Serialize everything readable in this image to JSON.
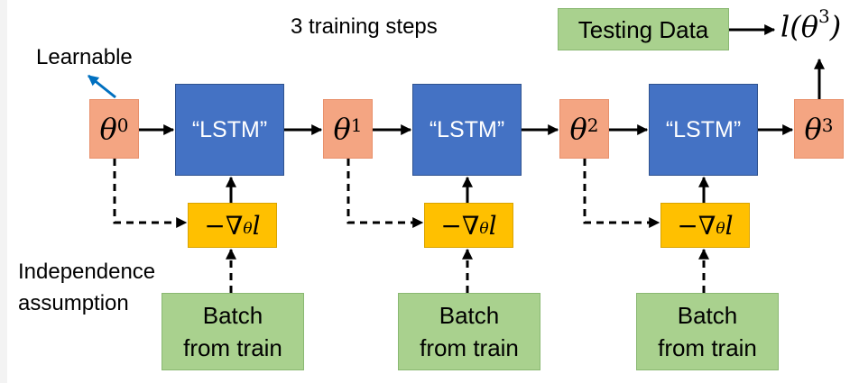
{
  "title": "3 training steps",
  "learnable_label": "Learnable",
  "independence_label": "Independence\nassumption",
  "testing_data": "Testing Data",
  "loss": {
    "symbol": "l(θ",
    "exponent": "3",
    "close": ")"
  },
  "thetas": [
    {
      "symbol": "θ",
      "index": "0"
    },
    {
      "symbol": "θ",
      "index": "1"
    },
    {
      "symbol": "θ",
      "index": "2"
    },
    {
      "symbol": "θ",
      "index": "3"
    }
  ],
  "lstm_label": "“LSTM”",
  "gradient": {
    "prefix": "−∇",
    "subscript": "θ",
    "suffix": "l"
  },
  "batch_label": "Batch\nfrom train",
  "colors": {
    "theta": "#f4a582",
    "lstm": "#4472c4",
    "gradient": "#ffc000",
    "data": "#a9d18e",
    "learnable_arrow": "#0070c0"
  }
}
